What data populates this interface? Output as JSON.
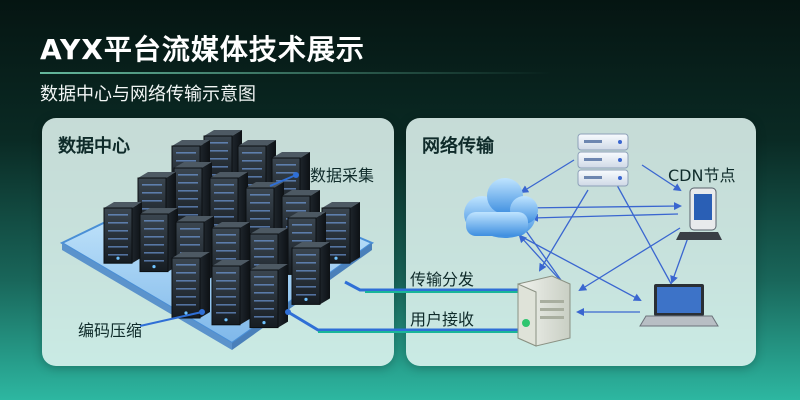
{
  "header": {
    "title": "AYX平台流媒体技术展示",
    "subtitle": "数据中心与网络传输示意图"
  },
  "left_panel": {
    "title": "数据中心",
    "labels": {
      "data_collection": "数据采集",
      "encoding_compression": "编码压缩"
    }
  },
  "right_panel": {
    "title": "网络传输",
    "labels": {
      "cdn_node": "CDN节点",
      "transmission_distribution": "传输分发",
      "user_access": "用户接收"
    }
  },
  "colors": {
    "accent": "#2db7a1",
    "link_blue": "#3a66d0",
    "panel_bg": "#e0f5f0",
    "text_dark": "#0f2b2a"
  },
  "icons": [
    "server-rack-icon",
    "cloud-icon",
    "database-server-icon",
    "mobile-phone-icon",
    "laptop-icon",
    "tower-server-icon"
  ]
}
